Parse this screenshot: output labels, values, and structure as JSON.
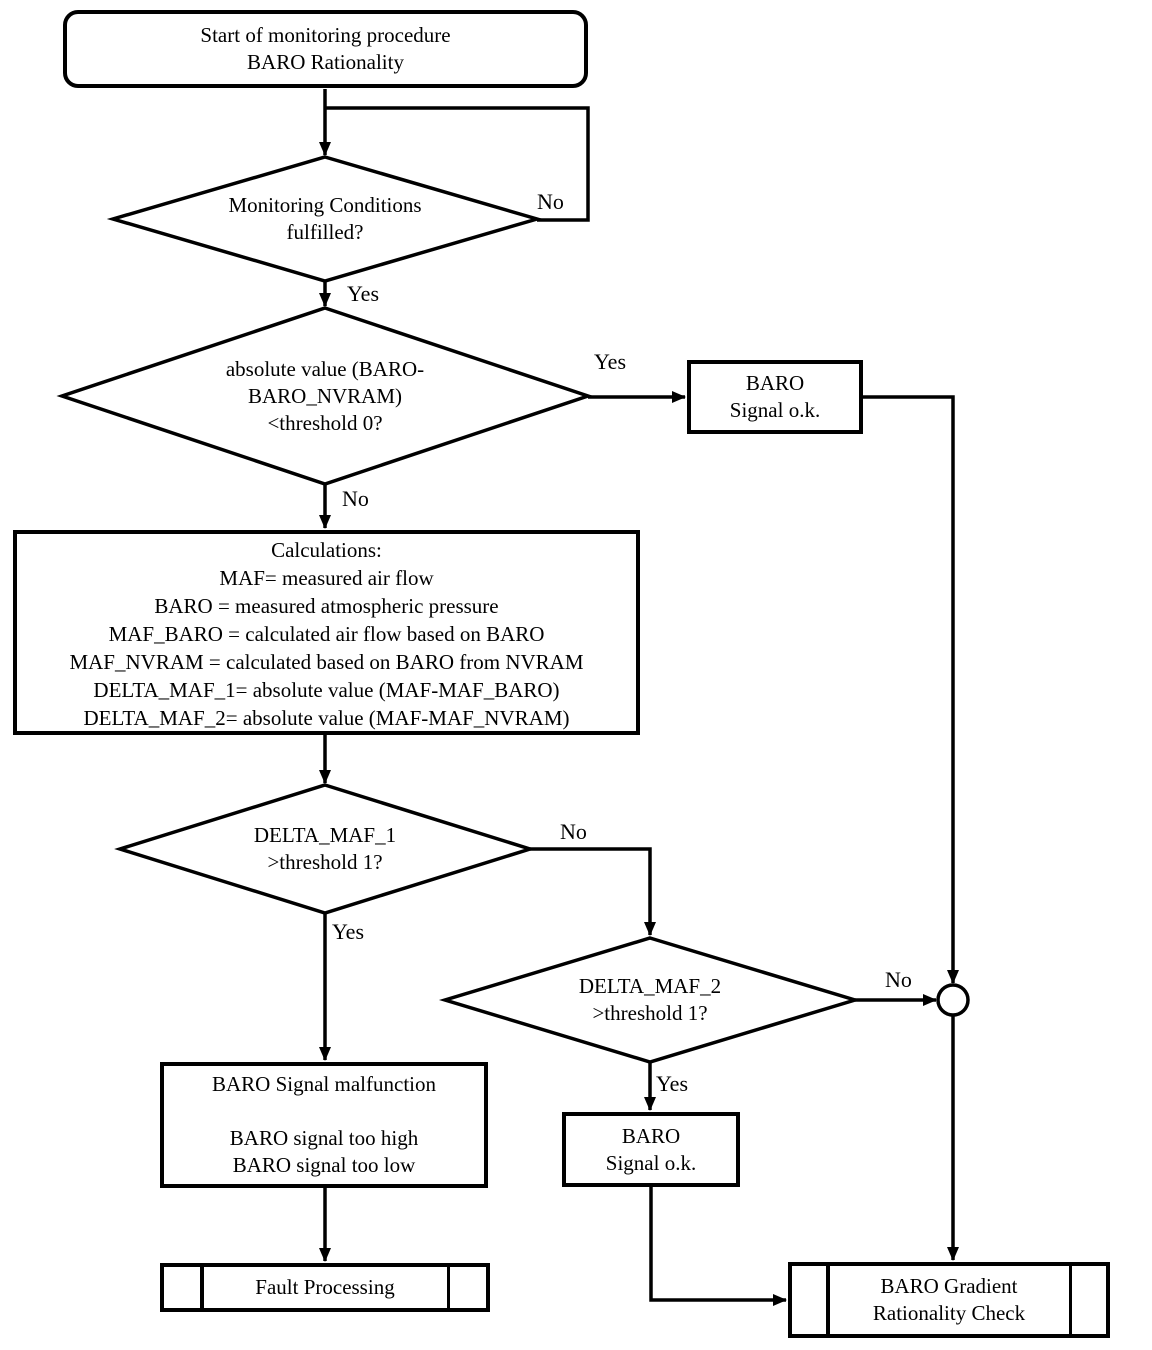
{
  "flowchart": {
    "colors": {
      "line": "#000000",
      "background": "#ffffff",
      "node_fill": "#ffffff"
    },
    "start": {
      "line1": "Start of monitoring procedure",
      "line2": "BARO Rationality"
    },
    "decision_monitoring": {
      "line1": "Monitoring Conditions",
      "line2": "fulfilled?"
    },
    "decision_baro_nvram": {
      "line1": "absolute value (BARO-",
      "line2": "BARO_NVRAM)",
      "line3": "<threshold 0?"
    },
    "baro_signal_ok_top": {
      "line1": "BARO",
      "line2": "Signal o.k."
    },
    "calculations": {
      "lines": [
        "Calculations:",
        "MAF= measured air flow",
        "BARO = measured atmospheric pressure",
        "MAF_BARO = calculated air flow based on BARO",
        "MAF_NVRAM = calculated based on BARO from NVRAM",
        "DELTA_MAF_1= absolute value (MAF-MAF_BARO)",
        "DELTA_MAF_2= absolute value (MAF-MAF_NVRAM)"
      ]
    },
    "decision_delta_maf_1": {
      "line1": "DELTA_MAF_1",
      "line2": ">threshold 1?"
    },
    "decision_delta_maf_2": {
      "line1": "DELTA_MAF_2",
      "line2": ">threshold 1?"
    },
    "malfunction": {
      "title": "BARO Signal malfunction",
      "line2": "BARO signal too high",
      "line3": "BARO signal too low"
    },
    "baro_signal_ok_mid": {
      "line1": "BARO",
      "line2": "Signal o.k."
    },
    "fault_processing": {
      "label": "Fault Processing"
    },
    "gradient_check": {
      "line1": "BARO Gradient",
      "line2": "Rationality Check"
    },
    "labels": {
      "monitoring_no": "No",
      "monitoring_yes": "Yes",
      "baro_nvram_yes": "Yes",
      "baro_nvram_no": "No",
      "delta1_no": "No",
      "delta1_yes": "Yes",
      "delta2_no": "No",
      "delta2_yes": "Yes"
    }
  }
}
